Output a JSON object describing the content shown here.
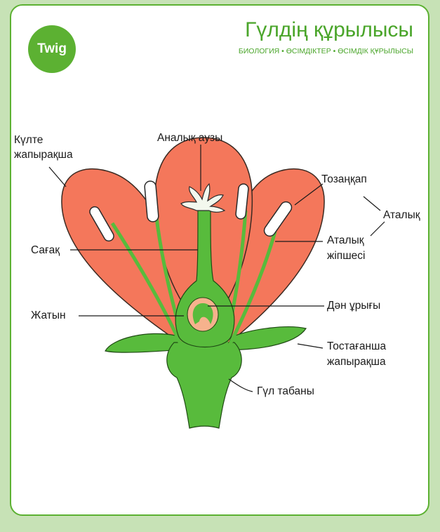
{
  "header": {
    "logo_text": "Twig",
    "title": "Гүлдің құрылысы",
    "subtitle": "БИОЛОГИЯ • ӨСІМДІКТЕР • ӨСІМДІК ҚҰРЫЛЫСЫ"
  },
  "labels": {
    "petal_line1": "Күлте",
    "petal_line2": "жапырақша",
    "stigma": "Аналық аузы",
    "anther": "Тозаңқап",
    "stamen": "Аталық",
    "style": "Сағақ",
    "filament_line1": "Аталық",
    "filament_line2": "жіпшесі",
    "ovule": "Дән ұрығы",
    "ovary": "Жатын",
    "sepal_line1": "Тостағанша",
    "sepal_line2": "жапырақша",
    "receptacle": "Гүл табаны"
  },
  "colors": {
    "background": "#c7e2b6",
    "accent_green": "#5cb132",
    "petal": "#f4775b",
    "plant_green": "#58bb3c",
    "ovule": "#f6b28d"
  }
}
